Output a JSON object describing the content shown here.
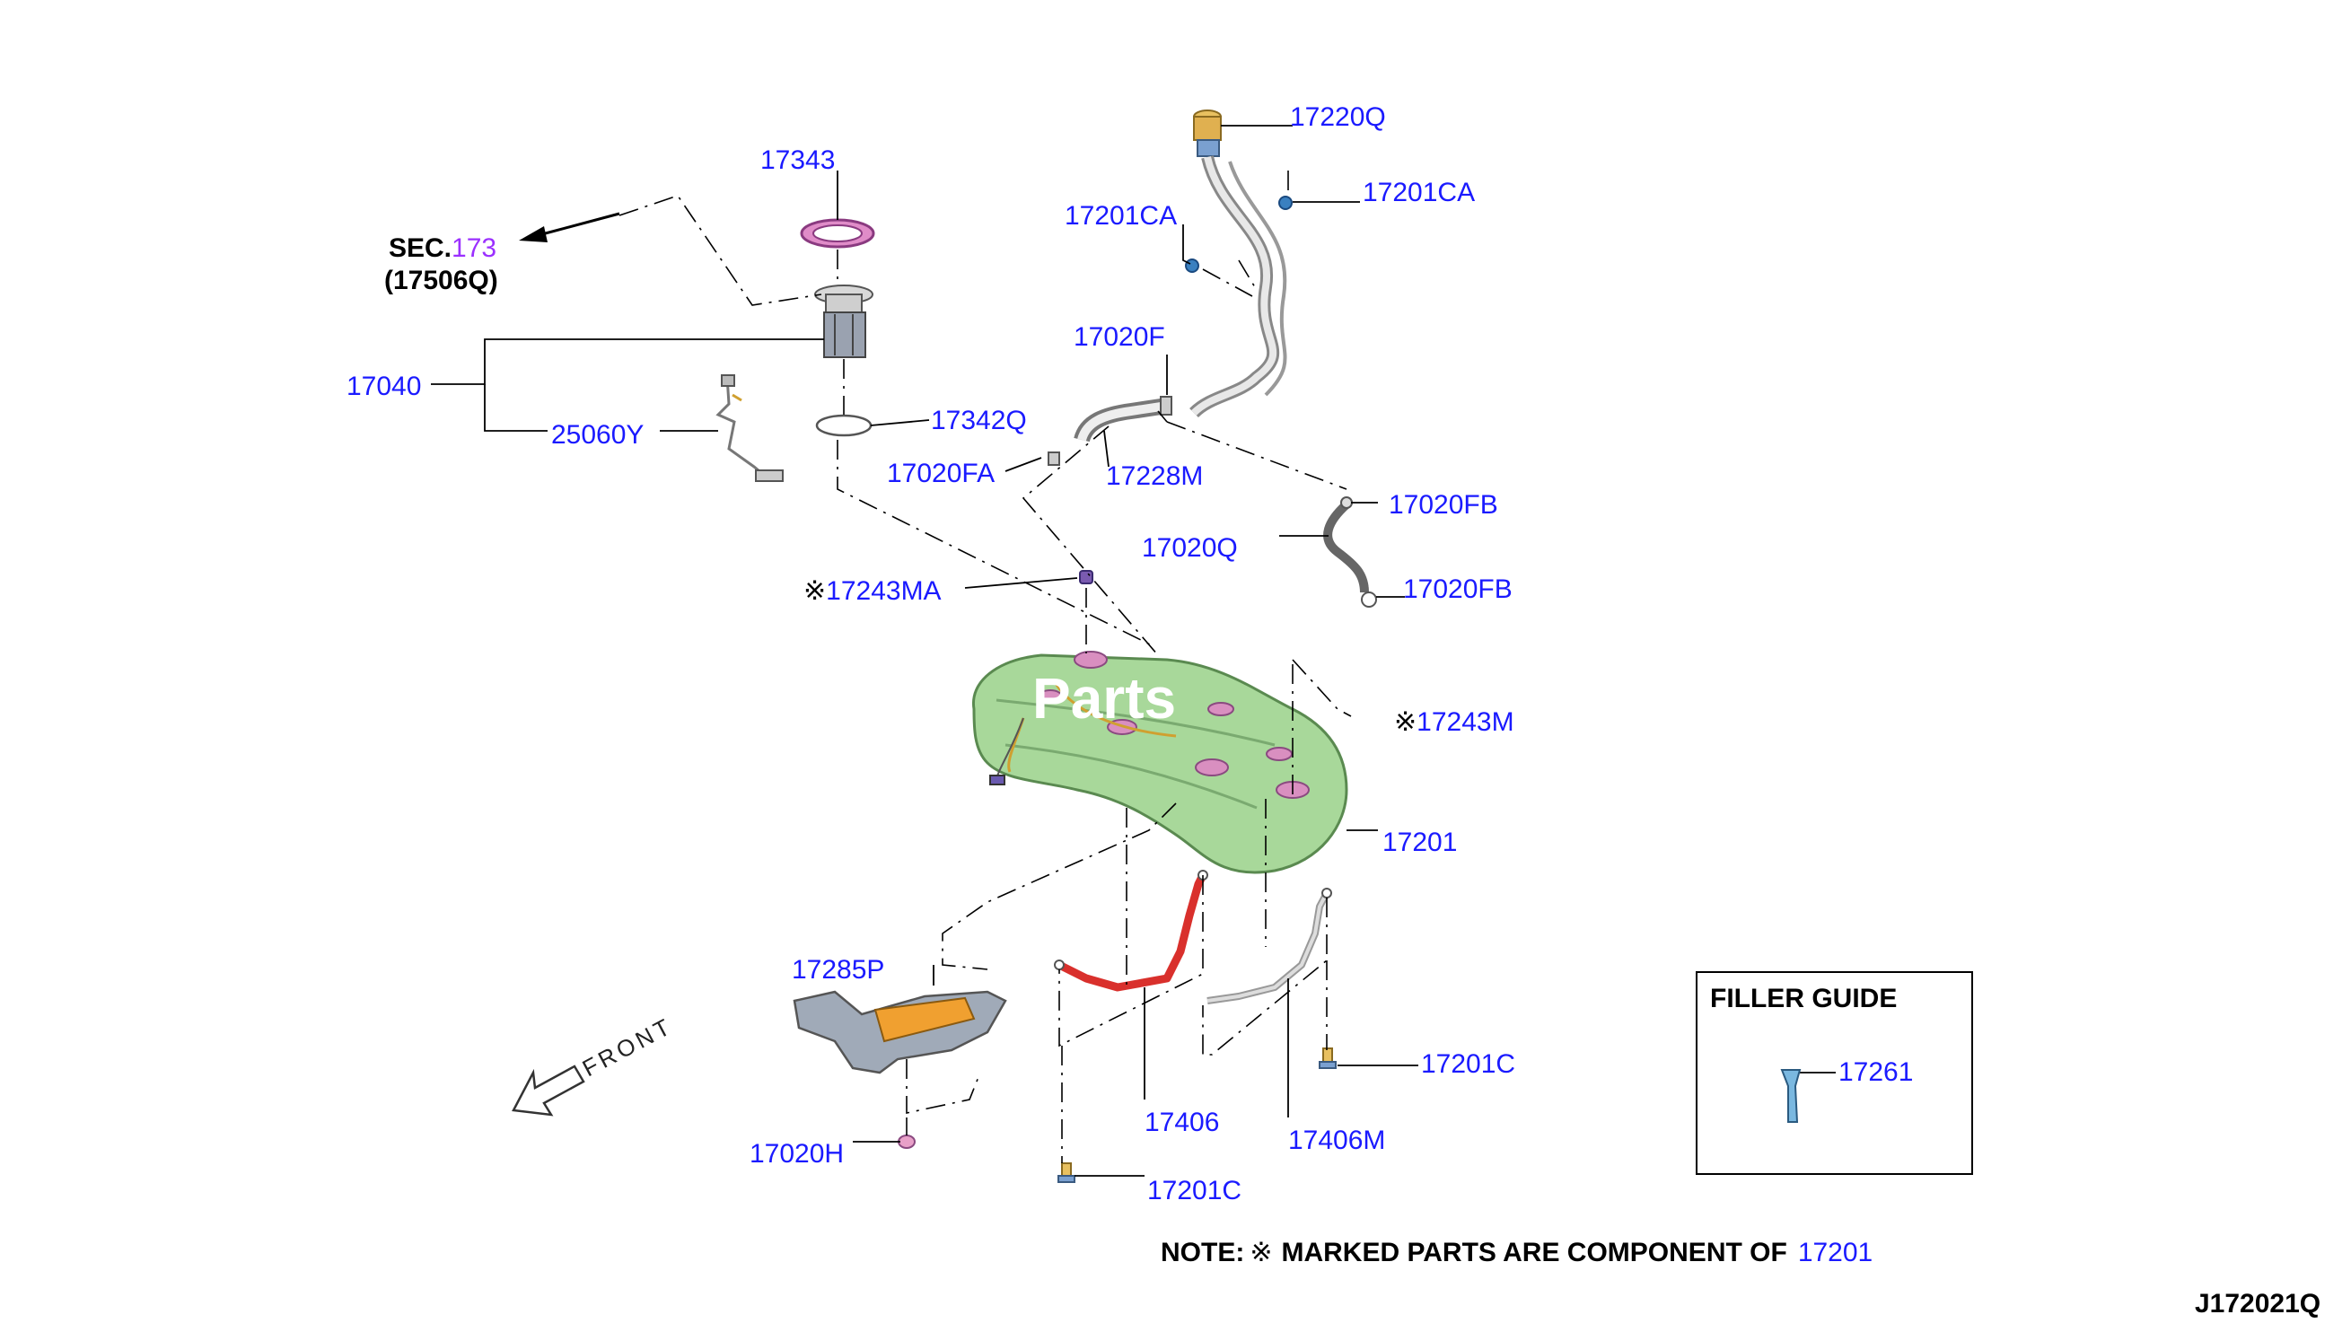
{
  "labels": {
    "p17343": "17343",
    "sec": "SEC.",
    "sec_num": "173",
    "sec_sub": "(17506Q)",
    "p17040": "17040",
    "p25060y": "25060Y",
    "p17342q": "17342Q",
    "p17220q": "17220Q",
    "p17201ca_a": "17201CA",
    "p17201ca_b": "17201CA",
    "p17020f": "17020F",
    "p17020fa": "17020FA",
    "p17228m": "17228M",
    "p17020fb_a": "17020FB",
    "p17020q": "17020Q",
    "p17020fb_b": "17020FB",
    "mark": "※",
    "p17243ma": "17243MA",
    "p17243m": "17243M",
    "p17201": "17201",
    "p17285p": "17285P",
    "front": "FRONT",
    "p17020h": "17020H",
    "p17406": "17406",
    "p17406m": "17406M",
    "p17201c_a": "17201C",
    "p17201c_b": "17201C",
    "filler_guide": "FILLER GUIDE",
    "p17261": "17261",
    "note": "NOTE:",
    "note_text": "MARKED PARTS ARE COMPONENT OF",
    "note_part": "17201",
    "diagram_id": "J172021Q",
    "watermark": "Parts"
  },
  "colors": {
    "callout": "#1a1aff",
    "sec_link": "#9b30ff",
    "tank": "#a8d89a",
    "tank_pads": "#d98fc0",
    "strap_red": "#d9302c",
    "shield_orange": "#f0a030",
    "gasket_pink": "#e08cc8",
    "filler_blue": "#7ab8e0"
  }
}
